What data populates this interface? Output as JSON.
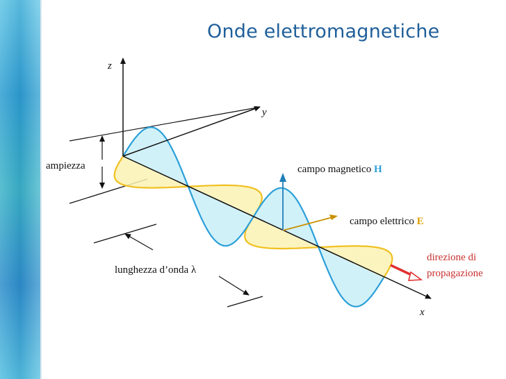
{
  "slide": {
    "title": "Onde elettromagnetiche",
    "background_accent": "#2f9fd2",
    "title_color": "#1f5f9a"
  },
  "diagram": {
    "axes": {
      "z": "z",
      "y": "y",
      "x": "x"
    },
    "labels": {
      "amplitude": "ampiezza",
      "wavelength": "lunghezza d’onda λ",
      "magnetic_field": "campo magnetico",
      "magnetic_symbol": "H",
      "electric_field": "campo elettrico",
      "electric_symbol": "E",
      "direction_line1": "direzione di",
      "direction_line2": "propagazione"
    },
    "colors": {
      "magnetic_wave": "#2b9fd8",
      "magnetic_fill": "#c9eef8",
      "electric_wave": "#f0c020",
      "electric_fill": "#fbf2b4",
      "direction_arrow": "#e03030",
      "symbol_blue": "#2b9fd8",
      "symbol_gold": "#e0a000"
    }
  }
}
